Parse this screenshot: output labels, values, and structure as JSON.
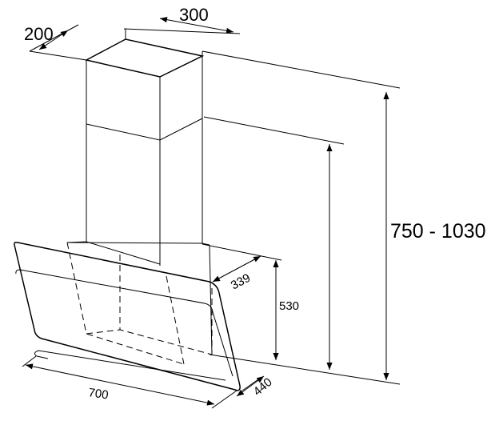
{
  "dimensions": {
    "chimney_depth": "200",
    "chimney_width": "300",
    "total_height": "750 - 1030",
    "canopy_height": "530",
    "canopy_top_depth": "339",
    "canopy_width": "700",
    "canopy_depth": "440"
  }
}
